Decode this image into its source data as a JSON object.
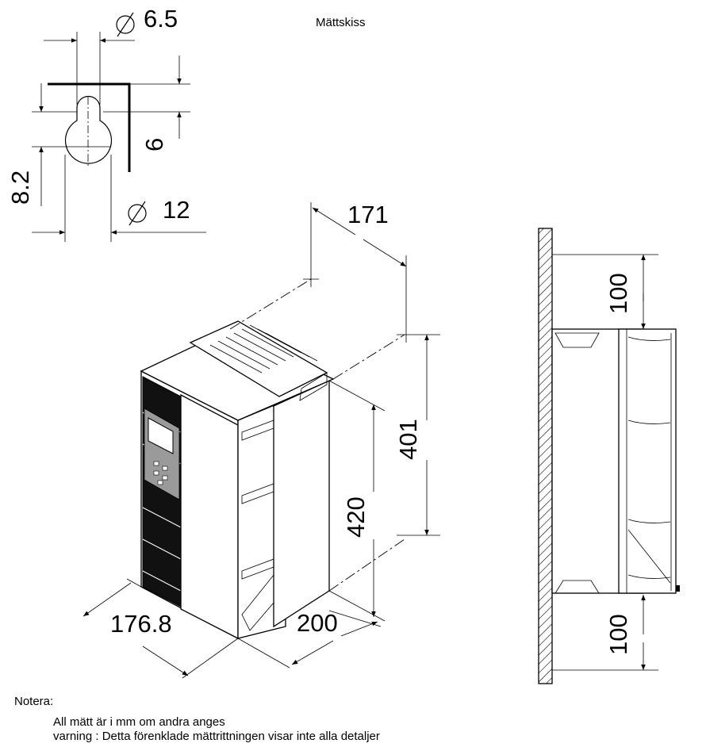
{
  "title": "Mättskiss",
  "keyhole": {
    "hole_diameter": "6.5",
    "slot_offset": "6",
    "center_offset": "8.2",
    "head_diameter": "12",
    "diameter_symbol": "⌀"
  },
  "unit": {
    "depth": "171",
    "mount_height": "401",
    "height": "420",
    "width": "176.8",
    "side_depth": "200"
  },
  "clearance": {
    "top": "100",
    "bottom": "100"
  },
  "notes": {
    "heading": "Notera:",
    "line1": "All mätt är i mm om andra anges",
    "line2": "varning : Detta förenklade mättrittningen visar inte alla detaljer"
  }
}
